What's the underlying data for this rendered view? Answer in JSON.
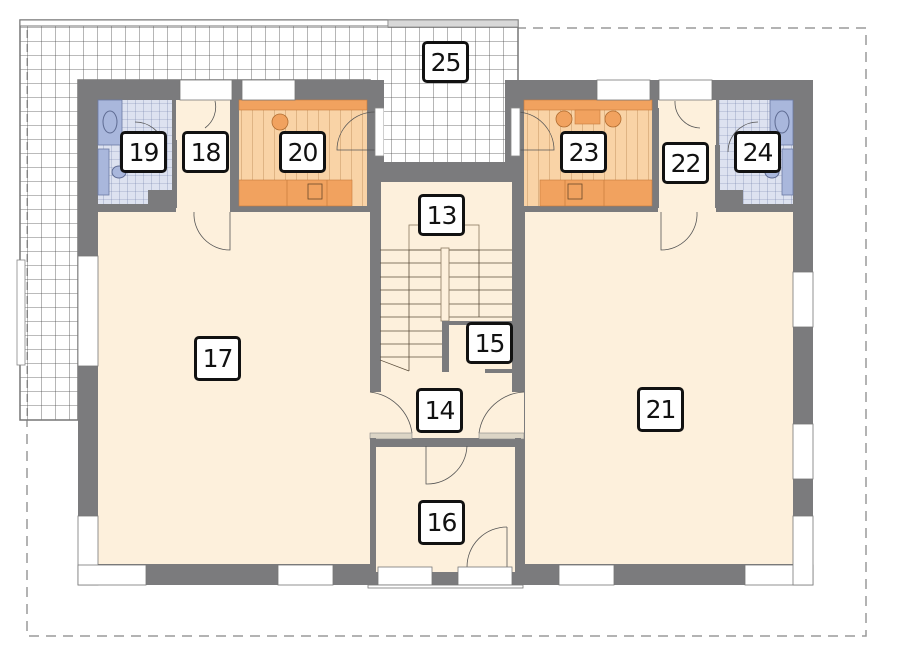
{
  "plan": {
    "type": "floor-plan",
    "colors": {
      "wall": "#7a7a7c",
      "room_floor": "#fdf0dc",
      "sauna_light": "#f8cfa0",
      "sauna_dark": "#f1a25f",
      "bath_tile": "#d9dfef",
      "bath_fixture": "#a7b6dc",
      "terrace_grid": "#555555",
      "dashed_outline": "#9a9a9a"
    },
    "rooms": [
      {
        "id": "13",
        "label": "13",
        "kind": "staircase"
      },
      {
        "id": "14",
        "label": "14",
        "kind": "hall"
      },
      {
        "id": "15",
        "label": "15",
        "kind": "storage"
      },
      {
        "id": "16",
        "label": "16",
        "kind": "vestibule"
      },
      {
        "id": "17",
        "label": "17",
        "kind": "room"
      },
      {
        "id": "18",
        "label": "18",
        "kind": "corridor"
      },
      {
        "id": "19",
        "label": "19",
        "kind": "bathroom"
      },
      {
        "id": "20",
        "label": "20",
        "kind": "sauna"
      },
      {
        "id": "21",
        "label": "21",
        "kind": "room"
      },
      {
        "id": "22",
        "label": "22",
        "kind": "corridor"
      },
      {
        "id": "23",
        "label": "23",
        "kind": "sauna"
      },
      {
        "id": "24",
        "label": "24",
        "kind": "bathroom"
      },
      {
        "id": "25",
        "label": "25",
        "kind": "terrace"
      }
    ]
  }
}
